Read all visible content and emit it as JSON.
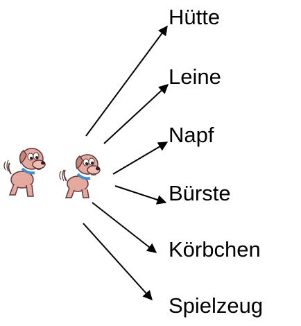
{
  "diagram": {
    "items": [
      {
        "label": "Hütte"
      },
      {
        "label": "Leine"
      },
      {
        "label": "Napf"
      },
      {
        "label": "Bürste"
      },
      {
        "label": "Körbchen"
      },
      {
        "label": "Spielzeug"
      }
    ],
    "colors": {
      "arrow": "#000000",
      "dog_body": "#e6a9a0",
      "dog_outline": "#5a3a36",
      "collar": "#3f8fd0"
    }
  }
}
